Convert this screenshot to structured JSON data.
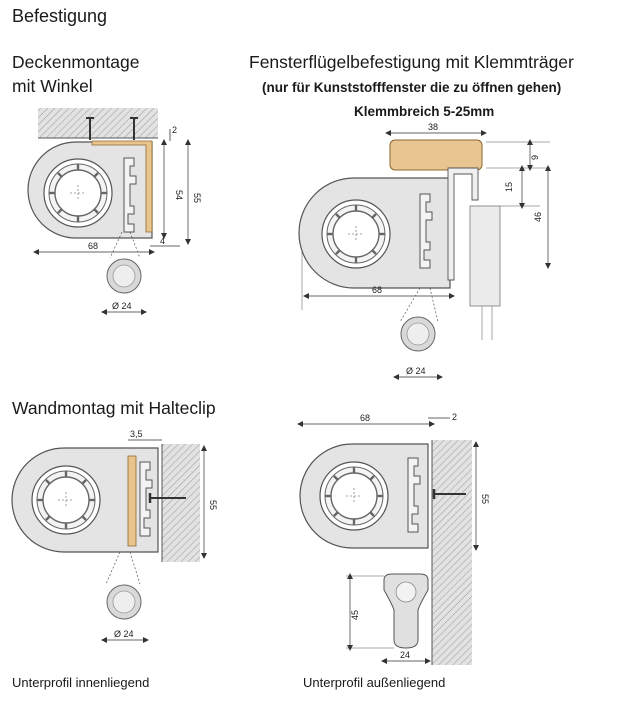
{
  "title": "Befestigung",
  "sections": {
    "ceiling": {
      "line1": "Deckenmontage",
      "line2": "mit Winkel"
    },
    "clamp": {
      "title": "Fensterflügelbefestigung mit Klemmträger",
      "note": "(nur für Kunststofffenster die zu öffnen gehen)",
      "range": "Klemmbreich 5-25mm"
    },
    "wall": {
      "title": "Wandmontag mit Halteclip"
    }
  },
  "captions": {
    "inner": "Unterprofil innenliegend",
    "outer": "Unterprofil außenliegend"
  },
  "dims": {
    "a_2": "2",
    "a_54": "54",
    "a_55": "55",
    "a_68": "68",
    "a_4": "4",
    "a_d24": "Ø 24",
    "b_38": "38",
    "b_9": "9",
    "b_15": "15",
    "b_46": "46",
    "b_68": "68",
    "b_d24": "Ø 24",
    "c_35": "3,5",
    "c_55": "55",
    "c_d24": "Ø 24",
    "d_68": "68",
    "d_2": "2",
    "d_55": "55",
    "d_45": "45",
    "d_24": "24"
  },
  "colors": {
    "housing": "#e4e4e4",
    "line": "#4a4a4a",
    "wood": "#e8c591",
    "wall": "#dcdcdc"
  }
}
